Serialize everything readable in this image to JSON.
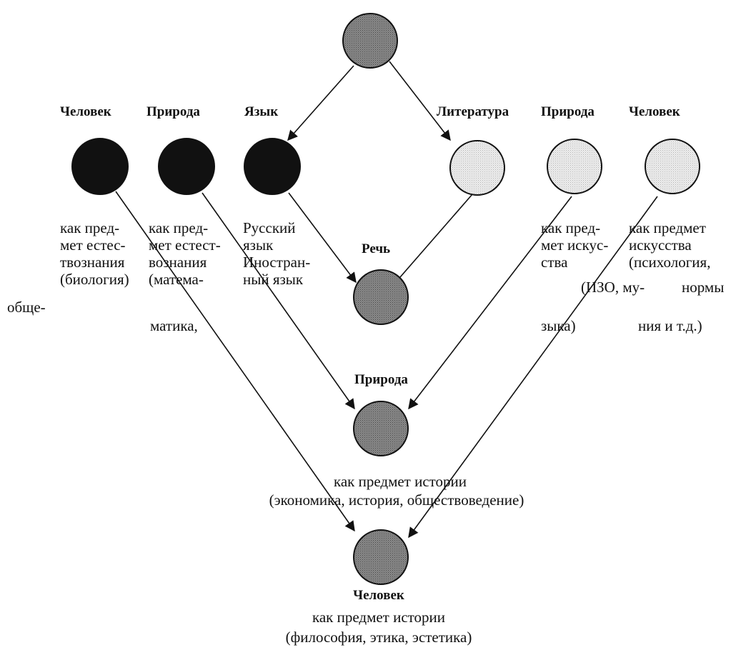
{
  "top_labels": {
    "left": [
      "Человек",
      "Природа",
      "Язык"
    ],
    "right": [
      "Литература",
      "Природа",
      "Человек"
    ]
  },
  "descriptions": {
    "chelovek_left": "как пред-\nмет естес-\nтвознания\n(биология)",
    "priroda_left": "как пред-\nмет естест-\nвознания\n(матема-",
    "yazyk": "Русский\nязык\nИностран-\nный язык",
    "obshche": "обще-",
    "matematika": "матика,",
    "priroda_right": "как пред-\nмет искус-\nства",
    "chelovek_right": "как предмет\nискусства\n(психология,",
    "izo": "(ИЗО, му-",
    "normy": "нормы",
    "zyka": "зыка)",
    "niya": "ния и т.д.)"
  },
  "center_nodes": {
    "rech": "Речь",
    "priroda": "Природа",
    "priroda_desc_1": "как предмет истории",
    "priroda_desc_2": "(экономика, история, обществоведение)",
    "chelovek": "Человек",
    "chelovek_desc_1": "как предмет истории",
    "chelovek_desc_2": "(философия, этика, эстетика)"
  },
  "colors": {
    "black_node": "#111111",
    "light_node": "#e6e6e6",
    "mid_node": "#7a7a7a",
    "line": "#111111"
  }
}
